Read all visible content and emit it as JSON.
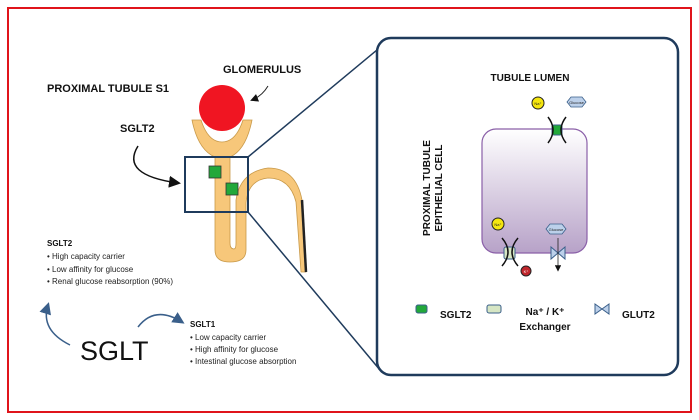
{
  "left": {
    "title": "PROXIMAL TUBULE S1",
    "glomerulus_label": "GLOMERULUS",
    "sglt2_label": "SGLT2",
    "sglt2_block": {
      "heading": "SGLT2",
      "bullets": [
        "• High capacity carrier",
        "• Low affinity for glucose",
        "• Renal glucose reabsorption (90%)"
      ]
    },
    "sglt_main": "SGLT",
    "sglt1_block": {
      "heading": "SGLT1",
      "bullets": [
        "• Low capacity carrier",
        "• High affinity for glucose",
        "• Intestinal glucose absorption"
      ]
    }
  },
  "right": {
    "lumen_label": "TUBULE LUMEN",
    "cell_label_1": "PROXIMAL TUBULE",
    "cell_label_2": "EPITHELIAL CELL",
    "na": "Na⁺",
    "k": "K⁺",
    "glucose": "Glucose",
    "legend": {
      "sglt2": "SGLT2",
      "exchanger_1": "Na⁺ / K⁺",
      "exchanger_2": "Exchanger",
      "glut2": "GLUT2"
    }
  },
  "colors": {
    "frame": "#e0141b",
    "panel": "#1f3b5c",
    "glomerulus": "#f01522",
    "tubule": "#f7c77a",
    "sglt2": "#22a83a",
    "exchanger": "#d6e6c4",
    "glut2": "#8fb0d8",
    "sodium": "#f5e60f",
    "potassium": "#c0262c"
  }
}
